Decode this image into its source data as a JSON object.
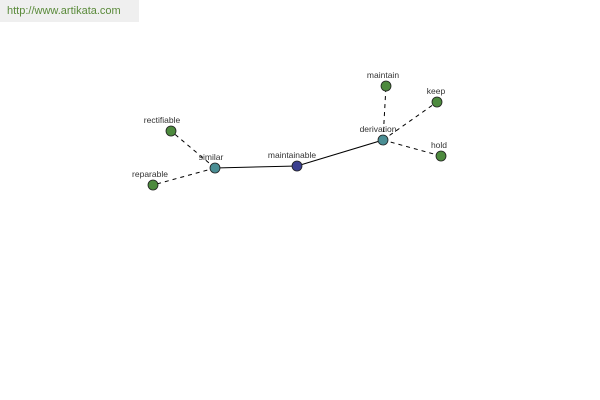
{
  "site_url": "http://www.artikata.com",
  "colors": {
    "center_node": "#3a3f8f",
    "hub_node": "#4a8e94",
    "leaf_node": "#4d8a3e",
    "edge": "#000000",
    "banner_bg": "#efefef",
    "banner_text": "#5a8a3a"
  },
  "nodes": [
    {
      "id": "maintainable",
      "label": "maintainable",
      "kind": "center"
    },
    {
      "id": "similar",
      "label": "similar",
      "kind": "hub"
    },
    {
      "id": "derivation",
      "label": "derivation",
      "kind": "hub"
    },
    {
      "id": "rectifiable",
      "label": "rectifiable",
      "kind": "leaf"
    },
    {
      "id": "reparable",
      "label": "reparable",
      "kind": "leaf"
    },
    {
      "id": "maintain",
      "label": "maintain",
      "kind": "leaf"
    },
    {
      "id": "keep",
      "label": "keep",
      "kind": "leaf"
    },
    {
      "id": "hold",
      "label": "hold",
      "kind": "leaf"
    }
  ],
  "edges": [
    {
      "from": "similar",
      "to": "maintainable",
      "style": "solid"
    },
    {
      "from": "maintainable",
      "to": "derivation",
      "style": "solid"
    },
    {
      "from": "similar",
      "to": "rectifiable",
      "style": "dashed"
    },
    {
      "from": "similar",
      "to": "reparable",
      "style": "dashed"
    },
    {
      "from": "derivation",
      "to": "maintain",
      "style": "dashed"
    },
    {
      "from": "derivation",
      "to": "keep",
      "style": "dashed"
    },
    {
      "from": "derivation",
      "to": "hold",
      "style": "dashed"
    }
  ]
}
